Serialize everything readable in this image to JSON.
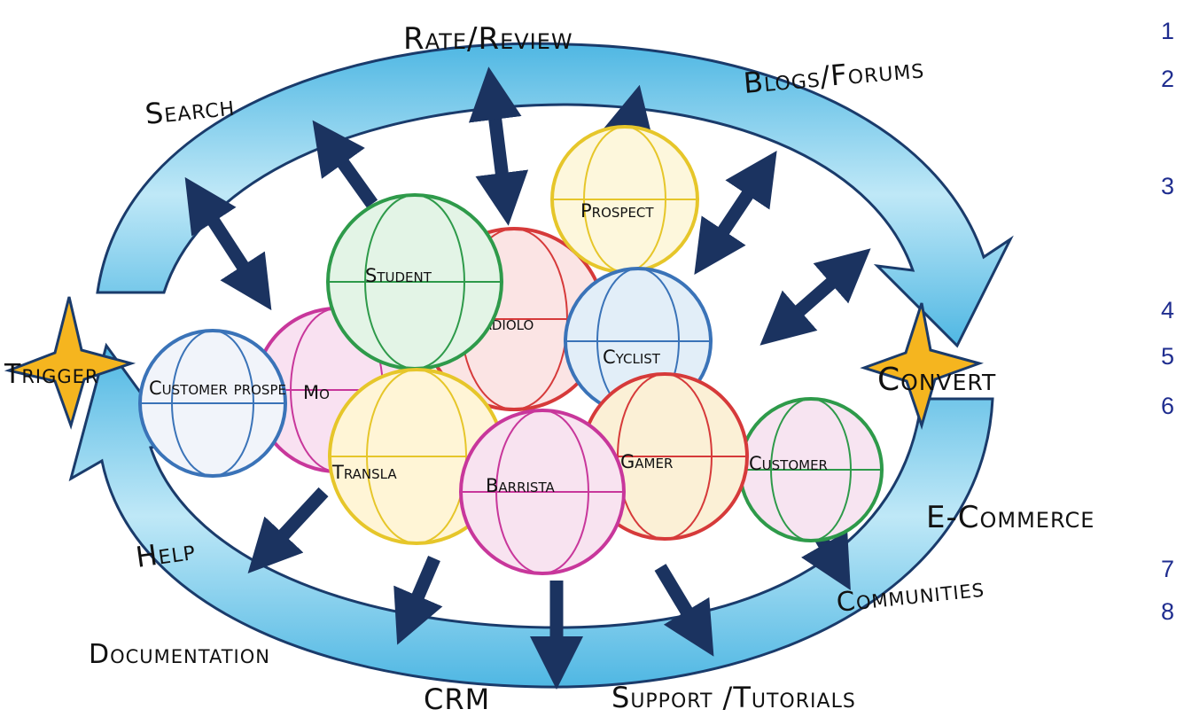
{
  "diagram": {
    "cycle_labels": {
      "rate_review": "Rate/Review",
      "search": "Search",
      "blogs_forums": "Blogs/Forums",
      "trigger": "Trigger",
      "convert": "Convert",
      "e_commerce": "E-Commerce",
      "help": "Help",
      "communities": "Communities",
      "documentation": "Documentation",
      "crm": "CRM",
      "support_tutorials": "Support /Tutorials"
    },
    "globes": {
      "prospect": "Prospect",
      "student": "Student",
      "radiologist": "Radiolo",
      "cyclist": "Cyclist",
      "customer_prospect": "Customer prospe",
      "mom": "Mo",
      "translator": "Transla",
      "barrista": "Barrista",
      "gamer": "Gamer",
      "customer": "Customer"
    },
    "colors": {
      "ring": "#5bbfe6",
      "ring_light": "#b9e6f6",
      "arrow": "#1b3360",
      "star": "#f5b51f",
      "globe_green": "#2e9a4a",
      "globe_red": "#d63a3a",
      "globe_yellow": "#e6c62a",
      "globe_blue": "#3a73b8",
      "globe_magenta": "#c8379b",
      "side_numbers": "#1f2d8f"
    }
  },
  "side_numbers": [
    "1",
    "2",
    "3",
    "4",
    "5",
    "6",
    "7",
    "8"
  ]
}
